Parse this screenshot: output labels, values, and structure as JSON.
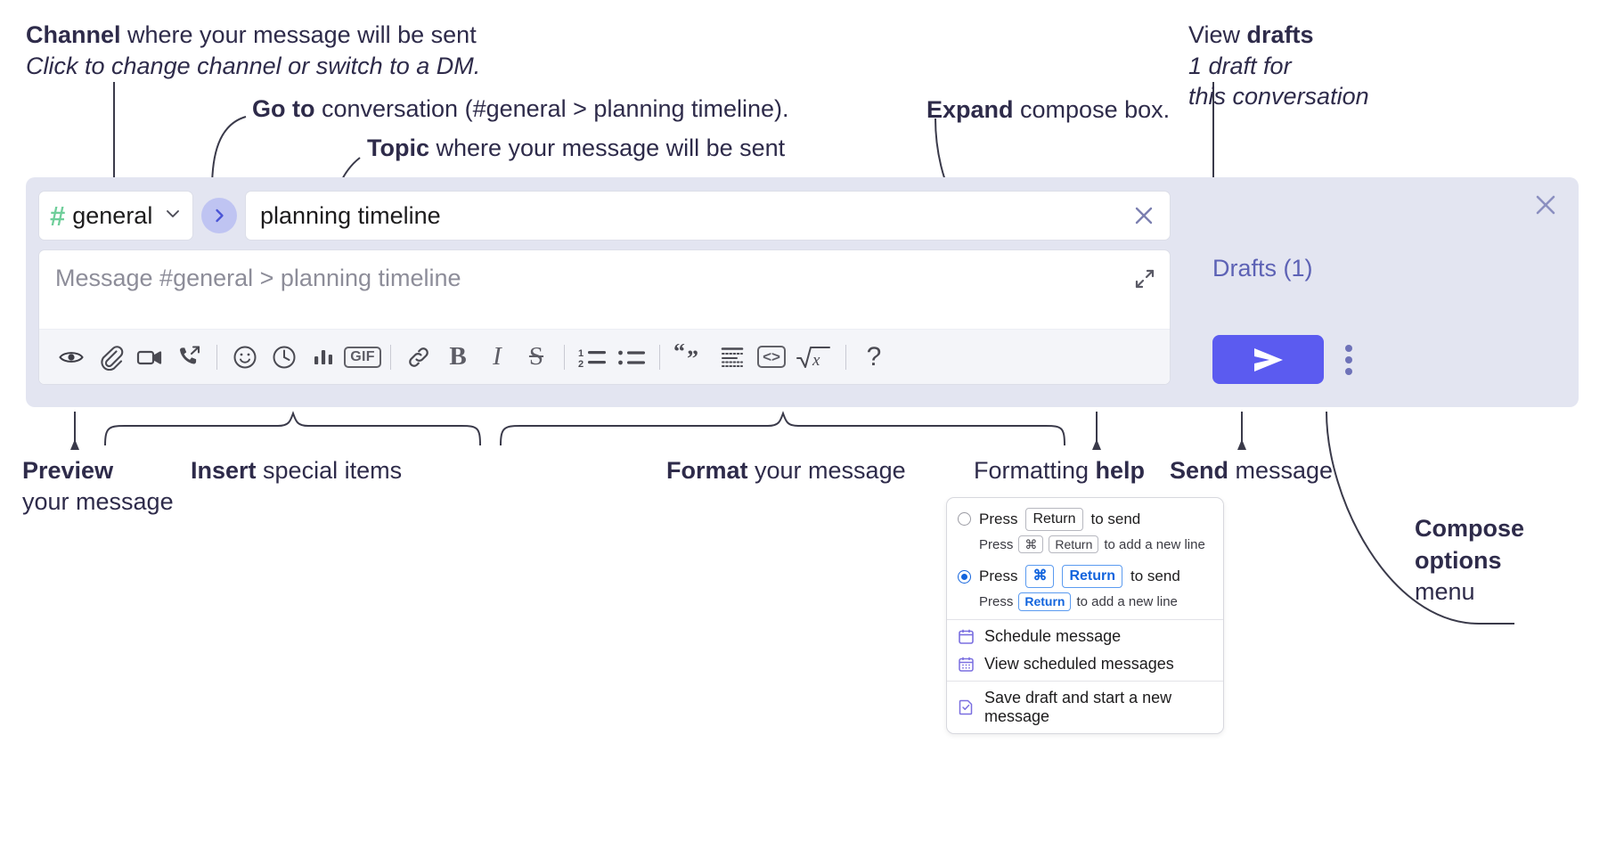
{
  "annotations": {
    "channel": {
      "bold": "Channel",
      "rest": " where your message will be sent",
      "italic": "Click to change channel or switch to a DM."
    },
    "goto": {
      "bold": "Go to",
      "rest": " conversation (#general > planning timeline)."
    },
    "topic": {
      "bold": "Topic",
      "rest": " where your message will be sent"
    },
    "expand": {
      "bold": "Expand",
      "rest": " compose box."
    },
    "drafts": {
      "plain": "View ",
      "bold": "drafts",
      "italic1": "1 draft for",
      "italic2": "this conversation"
    },
    "preview": {
      "bold": "Preview",
      "rest": "your message"
    },
    "insert": {
      "bold": "Insert",
      "rest": " special items"
    },
    "format": {
      "bold": "Format",
      "rest": " your message"
    },
    "help": {
      "plain": "Formatting ",
      "bold": "help"
    },
    "send": {
      "bold": "Send",
      "rest": " message"
    },
    "compose_options": {
      "bold1": "Compose",
      "bold2": "options",
      "rest": "menu"
    }
  },
  "compose": {
    "channel": {
      "hash": "#",
      "name": "general",
      "chevron": "chevron-down"
    },
    "goto_button_label": "›",
    "topic": {
      "value": "planning timeline",
      "clear_label": "×"
    },
    "message": {
      "placeholder": "Message #general > planning timeline",
      "value": ""
    },
    "toolbar": [
      {
        "name": "preview-icon",
        "label": "Preview"
      },
      {
        "name": "attach-icon",
        "label": "Attach file"
      },
      {
        "name": "video-icon",
        "label": "Record video clip"
      },
      {
        "name": "audio-icon",
        "label": "Record audio clip"
      },
      {
        "name": "separator",
        "label": ""
      },
      {
        "name": "emoji-icon",
        "label": "Emoji"
      },
      {
        "name": "reminder-icon",
        "label": "Reminder"
      },
      {
        "name": "poll-icon",
        "label": "Poll"
      },
      {
        "name": "gif-icon",
        "label": "GIF"
      },
      {
        "name": "separator",
        "label": ""
      },
      {
        "name": "link-icon",
        "label": "Link"
      },
      {
        "name": "bold-icon",
        "label": "B"
      },
      {
        "name": "italic-icon",
        "label": "I"
      },
      {
        "name": "strikethrough-icon",
        "label": "S"
      },
      {
        "name": "separator",
        "label": ""
      },
      {
        "name": "ordered-list-icon",
        "label": "Ordered list"
      },
      {
        "name": "bulleted-list-icon",
        "label": "Bulleted list"
      },
      {
        "name": "separator",
        "label": ""
      },
      {
        "name": "blockquote-icon",
        "label": "Blockquote"
      },
      {
        "name": "code-block-icon",
        "label": "Code block"
      },
      {
        "name": "inline-code-icon",
        "label": "Code"
      },
      {
        "name": "math-icon",
        "label": "Math"
      },
      {
        "name": "separator",
        "label": ""
      },
      {
        "name": "help-icon",
        "label": "?"
      }
    ],
    "drafts_link": "Drafts (1)",
    "send_button_label": "send-icon",
    "kebab_label": "Compose options",
    "close_label": "×"
  },
  "popup": {
    "option_1": {
      "selected": false,
      "pre": "Press",
      "key": "Return",
      "post": "to send",
      "sub_pre": "Press",
      "sub_key1": "⌘",
      "sub_key2": "Return",
      "sub_post": "to add a new line"
    },
    "option_2": {
      "selected": true,
      "pre": "Press",
      "key1": "⌘",
      "key2": "Return",
      "post": "to send",
      "sub_pre": "Press",
      "sub_key": "Return",
      "sub_post": "to add a new line"
    },
    "items": [
      {
        "icon": "calendar-schedule-icon",
        "label": "Schedule message"
      },
      {
        "icon": "calendar-view-icon",
        "label": "View scheduled messages"
      },
      {
        "icon": "save-draft-icon",
        "label": "Save draft and start a new message"
      }
    ]
  },
  "colors": {
    "compose_bg": "#e3e5f1",
    "send_button": "#5b5bf0",
    "accent_link": "#5d62b5",
    "hash_green": "#6fce9a",
    "goto_circle": "#bfc4f2",
    "radio_blue": "#1264dd",
    "menu_icon_purple": "#7a6fe0",
    "text": "#2e2b4a"
  }
}
